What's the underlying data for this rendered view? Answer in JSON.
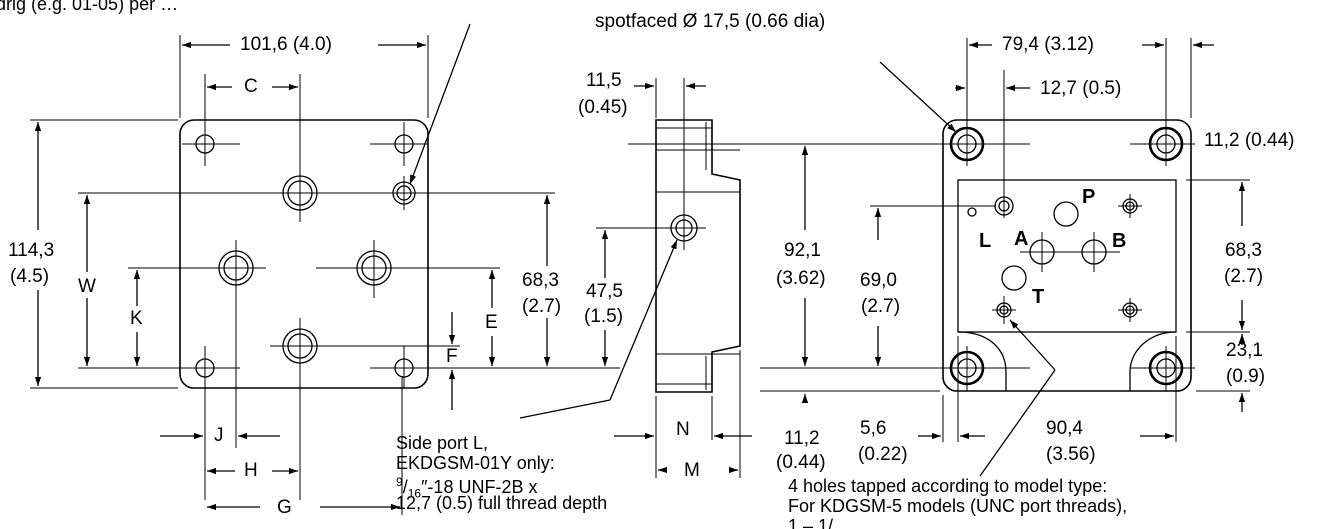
{
  "top_note_left": "drig (e.g. 01-05) per …",
  "top_note_right": "spotfaced Ø 17,5 (0.66 dia)",
  "left_view": {
    "overall_width": "101,6 (4.0)",
    "overall_height_mm": "114,3",
    "overall_height_in": "(4.5)",
    "c": "C",
    "w": "W",
    "k": "K",
    "e": "E",
    "f": "F",
    "j": "J",
    "h": "H",
    "g": "G",
    "dim_68_mm": "68,3",
    "dim_68_in": "(2.7)"
  },
  "side_view": {
    "dim_11_5_mm": "11,5",
    "dim_11_5_in": "(0.45)",
    "dim_47_5_mm": "47,5",
    "dim_47_5_in": "(1.5)",
    "dim_92_1_mm": "92,1",
    "dim_92_1_in": "(3.62)",
    "n": "N",
    "m": "M",
    "dim_11_2_mm": "11,2",
    "dim_11_2_in": "(0.44)",
    "side_port_lines": [
      "Side port L,",
      "EKDGSM-01Y only:",
      "UNF-2B x",
      "12,7 (0.5) full thread depth"
    ],
    "thread_prefix": "9",
    "thread_fraction_den": "16",
    "thread_suffix": "″-18"
  },
  "right_view": {
    "dim_79_4": "79,4 (3.12)",
    "dim_12_7": "12,7 (0.5)",
    "dim_11_2_top": "11,2 (0.44)",
    "dim_69_0_mm": "69,0",
    "dim_69_0_in": "(2.7)",
    "dim_68_3_mm": "68,3",
    "dim_68_3_in": "(2.7)",
    "dim_23_1_mm": "23,1",
    "dim_23_1_in": "(0.9)",
    "dim_5_6_mm": "5,6",
    "dim_5_6_in": "(0.22)",
    "dim_90_4_mm": "90,4",
    "dim_90_4_in": "(3.56)",
    "ports": {
      "p": "P",
      "a": "A",
      "b": "B",
      "t": "T",
      "l": "L"
    },
    "tapped_note_lines": [
      "4 holes tapped according to model type:",
      "For KDGSM-5 models (UNC port threads),"
    ],
    "tapped_note_cut": "1 – 1/…"
  }
}
